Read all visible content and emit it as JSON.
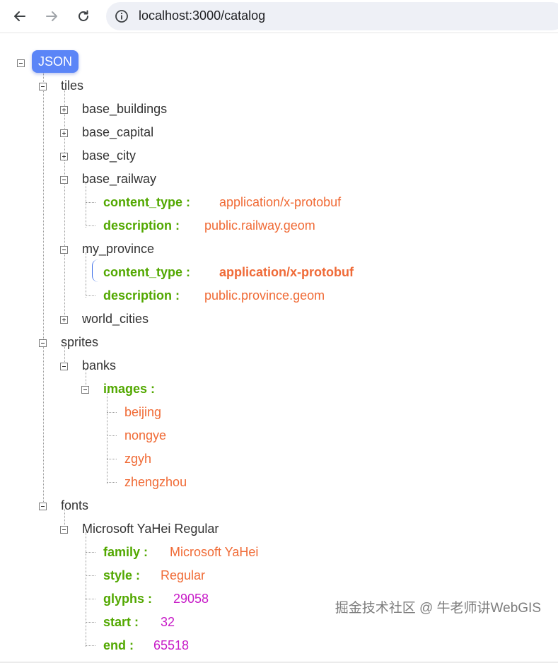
{
  "browser": {
    "url": "localhost:3000/catalog",
    "icons": {
      "back": "arrow-left-icon",
      "forward": "arrow-right-icon",
      "reload": "reload-icon",
      "info": "info-circle-icon"
    }
  },
  "tree": {
    "root_label": "JSON",
    "tiles": {
      "label": "tiles",
      "base_buildings": "base_buildings",
      "base_capital": "base_capital",
      "base_city": "base_city",
      "base_railway": {
        "label": "base_railway",
        "content_type_key": "content_type :",
        "content_type_val": "application/x-protobuf",
        "description_key": "description :",
        "description_val": "public.railway.geom"
      },
      "my_province": {
        "label": "my_province",
        "content_type_key": "content_type :",
        "content_type_val": "application/x-protobuf",
        "description_key": "description :",
        "description_val": "public.province.geom"
      },
      "world_cities": "world_cities"
    },
    "sprites": {
      "label": "sprites",
      "banks": {
        "label": "banks",
        "images_key": "images :",
        "images": [
          "beijing",
          "nongye",
          "zgyh",
          "zhengzhou"
        ]
      }
    },
    "fonts": {
      "label": "fonts",
      "yahei": {
        "label": "Microsoft YaHei Regular",
        "family_key": "family :",
        "family_val": "Microsoft YaHei",
        "style_key": "style :",
        "style_val": "Regular",
        "glyphs_key": "glyphs :",
        "glyphs_val": "29058",
        "start_key": "start :",
        "start_val": "32",
        "end_key": "end :",
        "end_val": "65518"
      }
    }
  },
  "watermark": "掘金技术社区 @ 牛老师讲WebGIS",
  "colors": {
    "key": "#52a800",
    "string": "#f06a35",
    "number": "#c71ac7",
    "root_badge": "#5b85f7"
  }
}
